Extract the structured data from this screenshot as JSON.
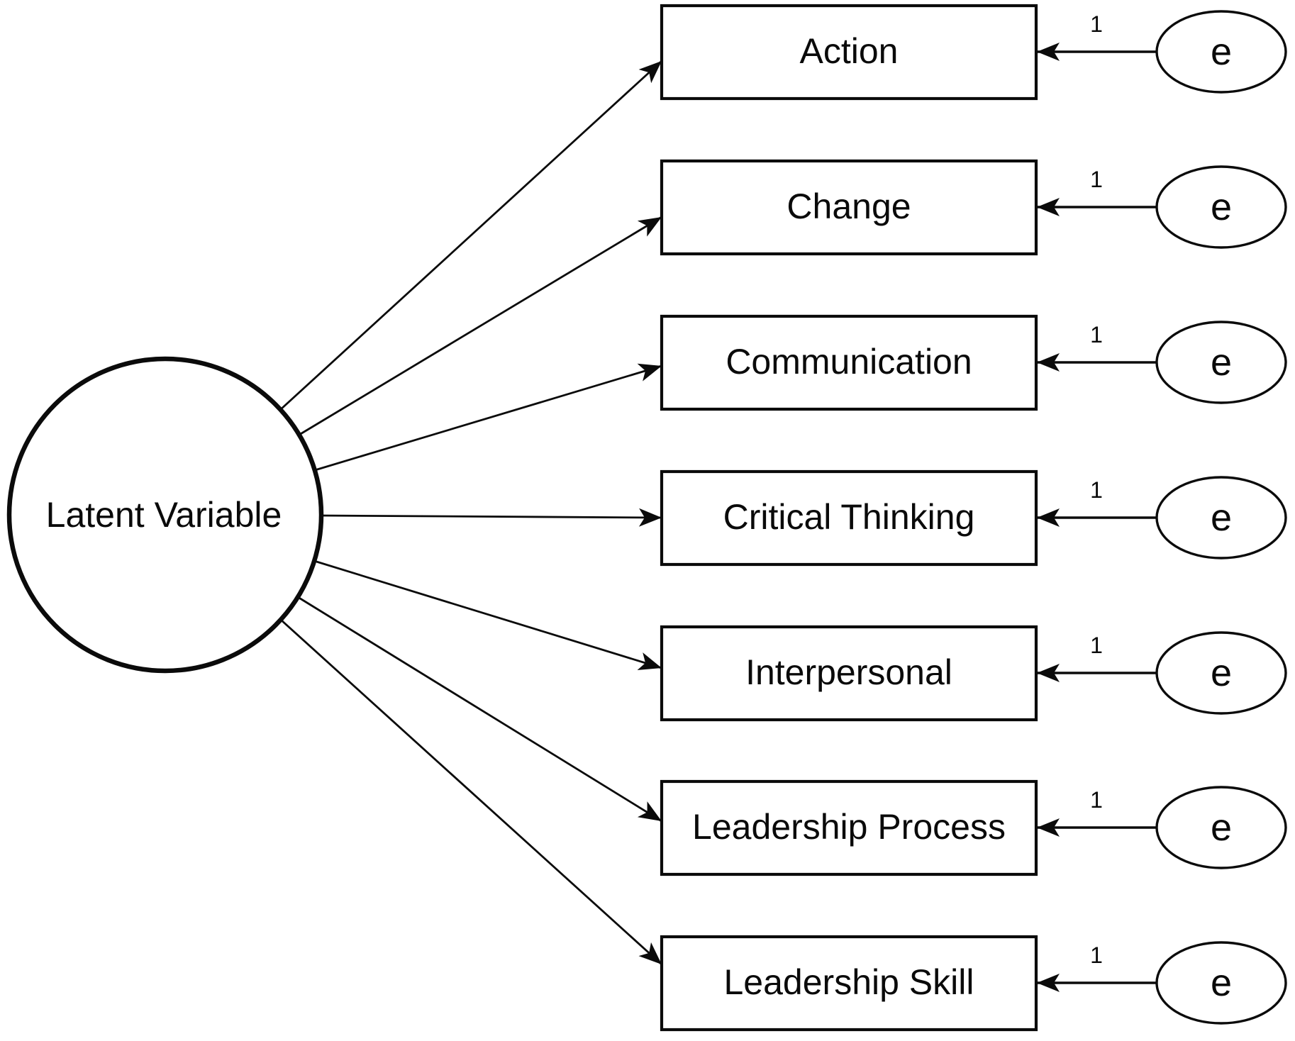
{
  "diagram": {
    "kind": "sem-path-diagram",
    "latent_variable": {
      "label": "Latent Variable",
      "shape": "circle"
    },
    "indicators": [
      {
        "label": "Action",
        "loading_label": "1",
        "error_label": "e"
      },
      {
        "label": "Change",
        "loading_label": "1",
        "error_label": "e"
      },
      {
        "label": "Communication",
        "loading_label": "1",
        "error_label": "e"
      },
      {
        "label": "Critical Thinking",
        "loading_label": "1",
        "error_label": "e"
      },
      {
        "label": "Interpersonal",
        "loading_label": "1",
        "error_label": "e"
      },
      {
        "label": "Leadership Process",
        "loading_label": "1",
        "error_label": "e"
      },
      {
        "label": "Leadership Skill",
        "loading_label": "1",
        "error_label": "e"
      }
    ],
    "colors": {
      "stroke": "#0b0b0b",
      "text": "#0a0a0a",
      "background": "#ffffff"
    }
  }
}
